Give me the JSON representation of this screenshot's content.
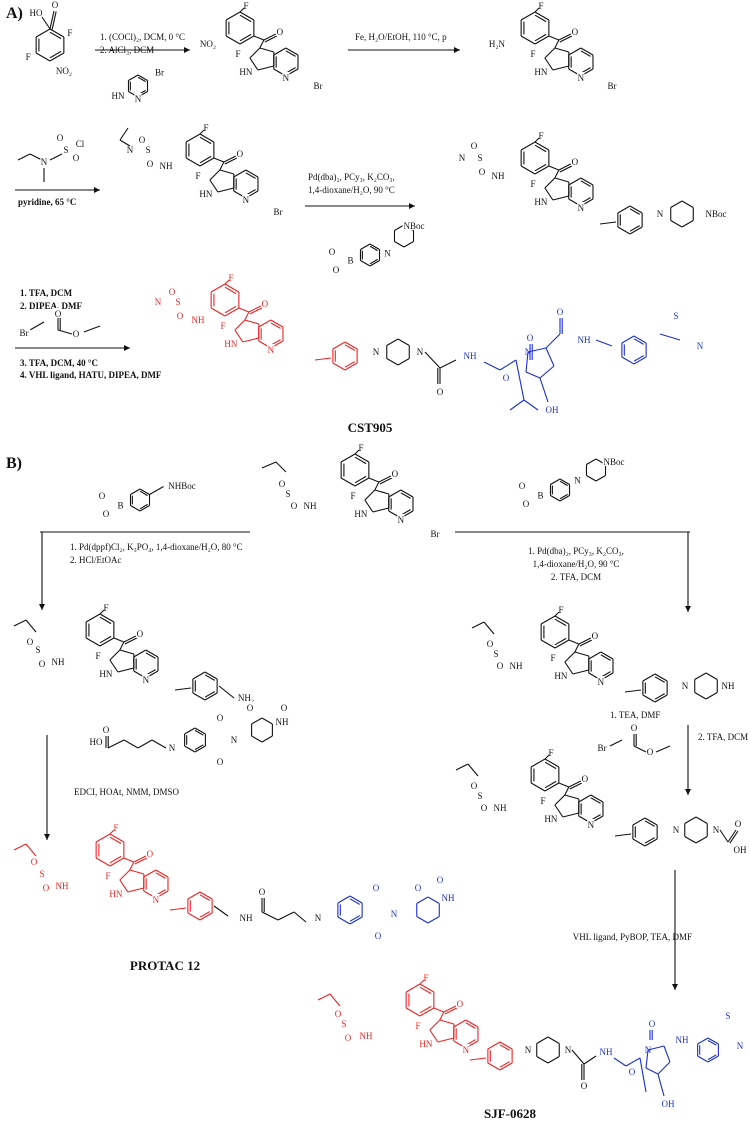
{
  "panels": {
    "a": "A)",
    "b": "B)"
  },
  "colors": {
    "warhead": "#ee2222",
    "ligand": "#1a2fcc",
    "linker": "#111111"
  },
  "scheme_a": {
    "step1_conditions": [
      "1. (COCl)₂, DCM, 0 °C",
      "2. AlCl₃, DCM"
    ],
    "step2_conditions": [
      "Fe, H₂O/EtOH, 110 °C, p"
    ],
    "step3_conditions": [
      "pyridine, 65 °C"
    ],
    "step4_conditions": [
      "Pd(dba)₂, PCy₃, K₂CO₃,",
      "1,4-dioxane/H₂O, 90 °C"
    ],
    "step5_conditions": [
      "1. TFA, DCM",
      "2. DIPEA, DMF",
      "3. TFA, DCM, 40 °C",
      "4. VHL ligand, HATU, DIPEA, DMF"
    ],
    "product_name": "CST905"
  },
  "scheme_b": {
    "left_step1_conditions": [
      "1. Pd(dppf)Cl₂, K₃PO₄, 1,4-dioxane/H₂O, 80 °C",
      "2. HCl/EtOAc"
    ],
    "left_step2_conditions": [
      "EDCI, HOAt, NMM, DMSO"
    ],
    "right_step1_conditions": [
      "1. Pd(dba)₂, PCy₃, K₂CO₃,",
      "1,4-dioxane/H₂O, 90 °C",
      "2. TFA, DCM"
    ],
    "right_step2_conditions": [
      "1. TEA, DMF",
      "2. TFA, DCM"
    ],
    "right_step3_conditions": [
      "VHL ligand, PyBOP, TEA, DMF"
    ],
    "left_product_name": "PROTAC 12",
    "right_product_name": "SJF-0628"
  },
  "atoms": {
    "F": "F",
    "O": "O",
    "N": "N",
    "H": "H",
    "S": "S",
    "Br": "Br",
    "Cl": "Cl",
    "B": "B",
    "NH": "NH",
    "HN": "HN",
    "OH": "OH",
    "NO2": "NO₂",
    "H2N": "H₂N",
    "NH2": "NH₂",
    "NBoc": "NBoc",
    "NHBoc": "NHBoc",
    "HO": "HO"
  }
}
